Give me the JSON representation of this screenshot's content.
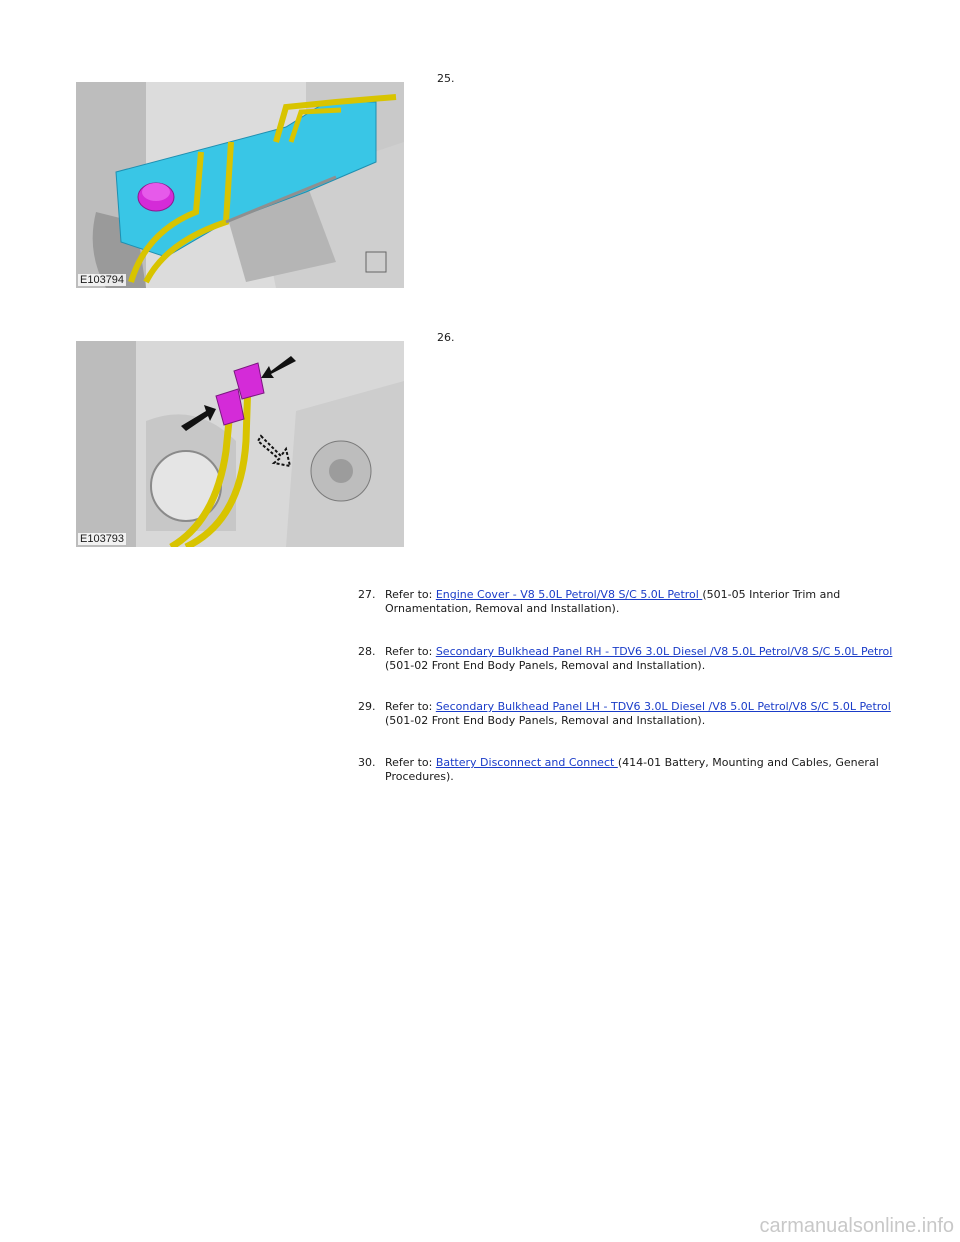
{
  "figures": [
    {
      "step": "25.",
      "code": "E103794"
    },
    {
      "step": "26.",
      "code": "E103793"
    }
  ],
  "steps": [
    {
      "num": "27.",
      "prefix": "Refer to: ",
      "link": "Engine Cover - V8 5.0L Petrol/V8 S/C 5.0L Petrol ",
      "suffix": "(501-05 Interior Trim and Ornamentation, Removal and Installation)."
    },
    {
      "num": "28.",
      "prefix": "Refer to: ",
      "link": "Secondary Bulkhead Panel RH - TDV6 3.0L Diesel /V8 5.0L Petrol/V8 S/C 5.0L Petrol ",
      "suffix": "(501-02 Front End Body Panels, Removal and Installation)."
    },
    {
      "num": "29.",
      "prefix": "Refer to: ",
      "link": "Secondary Bulkhead Panel LH - TDV6 3.0L Diesel /V8 5.0L Petrol/V8 S/C 5.0L Petrol ",
      "suffix": "(501-02 Front End Body Panels, Removal and Installation)."
    },
    {
      "num": "30.",
      "prefix": "Refer to: ",
      "link": "Battery Disconnect and Connect ",
      "suffix": "(414-01 Battery, Mounting and Cables, General Procedures)."
    }
  ],
  "colors": {
    "link": "#1a3cc8",
    "coolant_reservoir": "#39c6e6",
    "hose_highlight": "#d8c400",
    "connector_highlight": "#d42bd8"
  },
  "watermark": "carmanualsonline.info"
}
